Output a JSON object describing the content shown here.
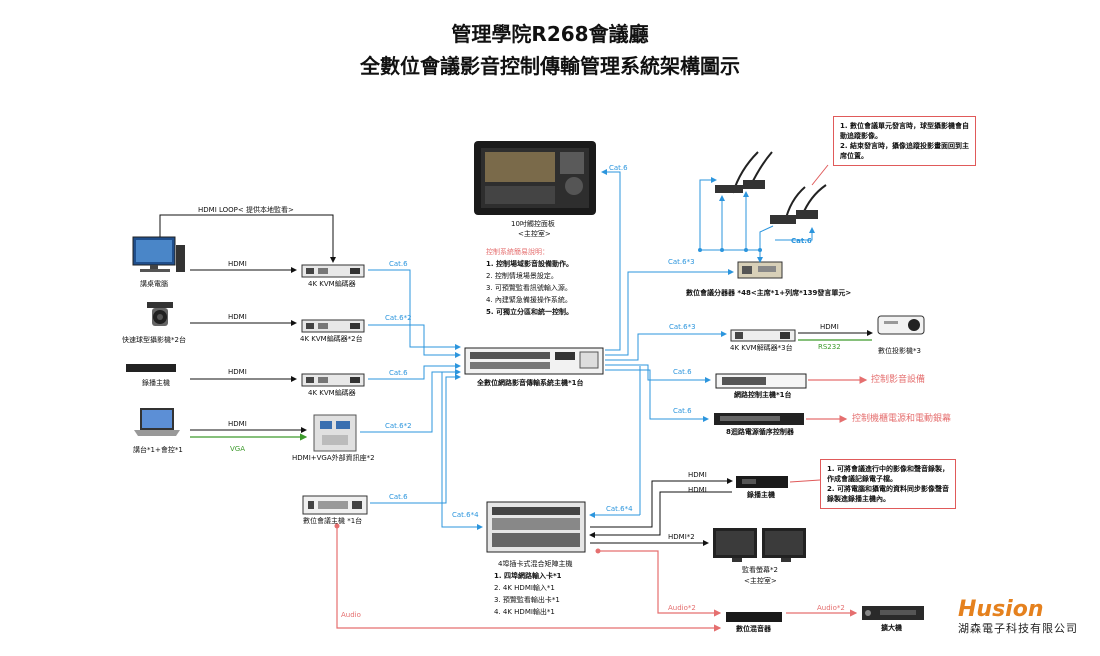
{
  "title": {
    "line1": "管理學院R268會議廳",
    "line2": "全數位會議影音控制傳輸管理系統架構圖示"
  },
  "left_sources": {
    "desktop": "講桌電腦",
    "camera": "快速球型攝影機*2台",
    "recorder": "錄播主機",
    "laptop": "講台*1+會控*1"
  },
  "encoders": {
    "enc1": "4K KVM編碼器",
    "enc2": "4K KVM編碼器*2台",
    "enc3": "4K KVM編碼器",
    "floorbox": "HDMI+VGA外部資訊座*2",
    "conf_host": "數位會議主機 *1台"
  },
  "labels": {
    "hdmi": "HDMI",
    "vga": "VGA",
    "hdmi_loop": "HDMI LOOP< 提供本地監看>",
    "cat6": "Cat.6",
    "cat6x2": "Cat.6*2",
    "cat6x3": "Cat.6*3",
    "cat6x4": "Cat.6*4",
    "rs232": "RS232",
    "hdmix2": "HDMI*2",
    "audio": "Audio",
    "audiox2": "Audio*2"
  },
  "touch_panel": {
    "name": "10吋觸控面板",
    "location": "<主控室>"
  },
  "control_notes": {
    "heading": "控制系統簡易說明：",
    "items": [
      "1.  控制場域影音設備動作。",
      "2.  控制情境場景設定。",
      "3.  可預覽監看訊號輸入源。",
      "4.  內建緊急備援操作系統。",
      "5.  可獨立分區和統一控制。"
    ]
  },
  "main_host": "全數位網路影音傳輸系統主機*1台",
  "matrix": {
    "name": "4埠插卡式混合矩陣主機",
    "items": [
      "1.  四埠網路輸入卡*1",
      "2.  4K HDMI輸入*1",
      "3.  預覽監看輸出卡*1",
      "4.  4K HDMI輸出*1"
    ]
  },
  "right_devices": {
    "splitter": "數位會議分器器 *48<主席*1+列席*139發言單元>",
    "decoder": "4K KVM解碼器*3台",
    "projector": "數位投影機*3",
    "network_ctrl": "網路控制主機*1台",
    "power_seq": "8迴路電源循序控制器",
    "recorder_host": "錄播主機",
    "monitor": "監看螢幕*2",
    "monitor_loc": "<主控室>",
    "mixer": "數位混音器",
    "amplifier": "擴大機"
  },
  "outputs": {
    "av_control": "控制影音設備",
    "power_control": "控制機櫃電源和電動銀幕"
  },
  "notes": {
    "mic_note": [
      "1.  數位會議單元發言時，球型攝影機會自",
      "     動追蹤影像。",
      "2.  結束發言時，攝像追蹤投影畫面回到主",
      "     席位置。"
    ],
    "rec_note": [
      "1.  可將會議進行中的影像和聲音錄製，",
      "     作成會議記錄電子檔。",
      "2.  可將電腦和攝電的資料同步影像聲音",
      "     錄製進錄播主機內。"
    ]
  },
  "logo": {
    "en": "Husion",
    "zh": "湖森電子科技有限公司"
  },
  "colors": {
    "blue": "#2b95dd",
    "black": "#111111",
    "green": "#3d9a2c",
    "red": "#e56f6f",
    "orange": "#e5811e"
  }
}
